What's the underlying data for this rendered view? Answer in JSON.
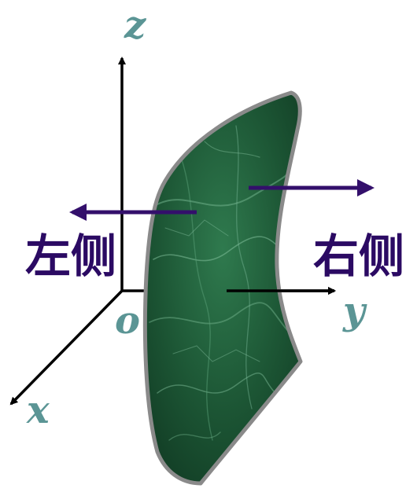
{
  "diagram": {
    "axes": {
      "z_label": "z",
      "y_label": "y",
      "x_label": "x",
      "origin_label": "o"
    },
    "labels": {
      "left_side": "左侧",
      "right_side": "右侧"
    },
    "colors": {
      "axis_label": "#5b9595",
      "side_label": "#2b0a63",
      "normal_arrow": "#330f6b",
      "axis_line": "#000000",
      "surface_fill": "#1f5a36",
      "surface_edge": "#8a8a8a"
    }
  }
}
